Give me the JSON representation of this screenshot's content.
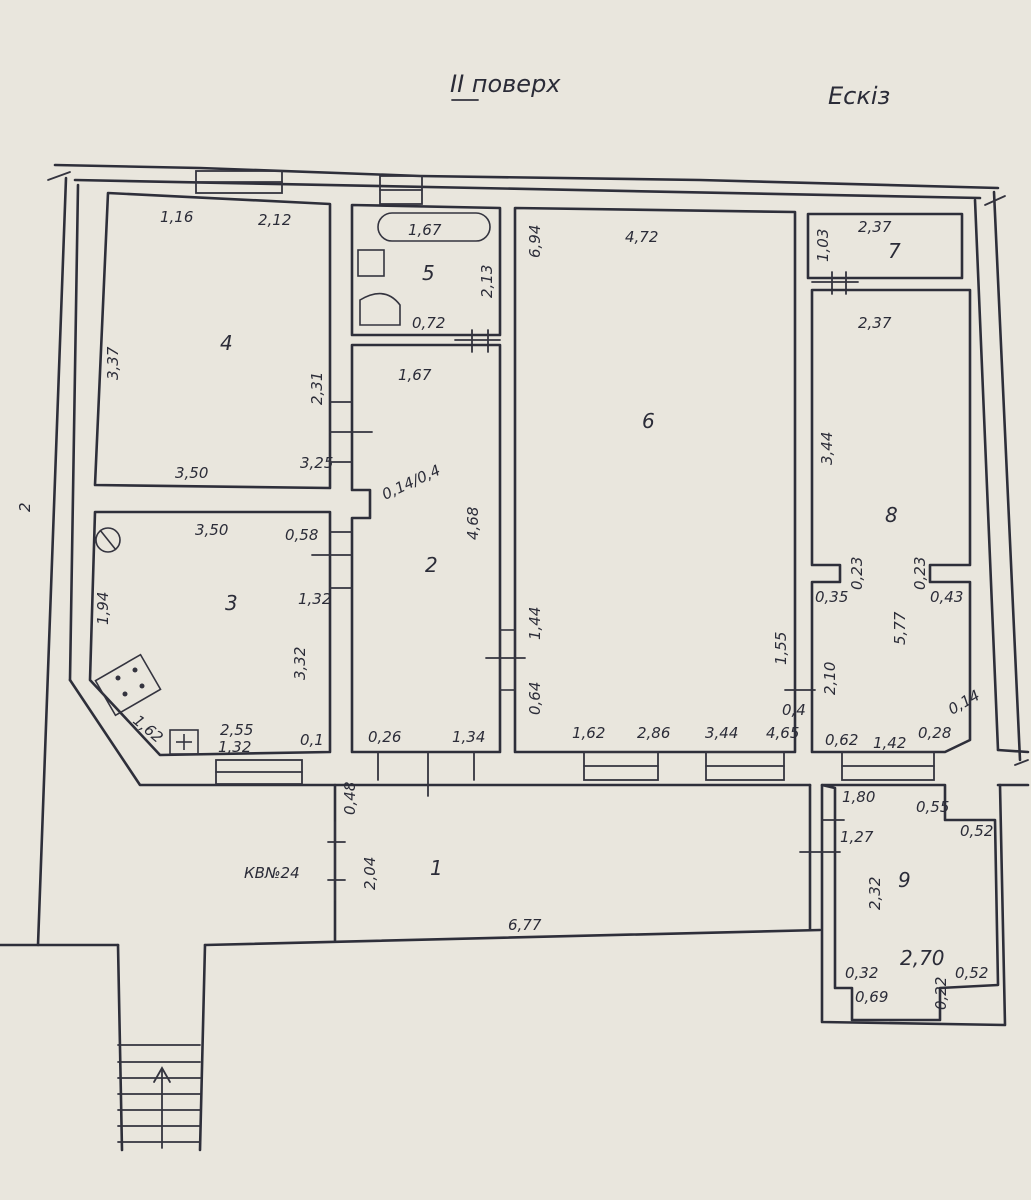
{
  "header": {
    "floor": "II поверх",
    "sketch": "Ескіз"
  },
  "rooms": [
    "1",
    "2",
    "3",
    "4",
    "5",
    "6",
    "7",
    "8",
    "9"
  ],
  "apartment_label": "КВ№24",
  "dimensions": {
    "r4_top_a": "1,16",
    "r4_top_b": "2,12",
    "r4_side": "3,37",
    "r4_bottom": "3,50",
    "r4_right_a": "2,31",
    "r4_right_b": "3,25",
    "r3_top": "3,50",
    "r3_right_a": "0,58",
    "r3_right_b": "1,32",
    "r3_left": "1,94",
    "r3_side": "3,32",
    "r3_corner": "1,62",
    "r3_bottom_a": "2,55",
    "r3_bottom_b": "1,32",
    "r3_bottom_c": "0,1",
    "r5_bath": "1,67",
    "r5_side": "2,13",
    "r5_bottom": "0,72",
    "r2_top": "1,67",
    "r2_gap": "0,14/0,4",
    "r2_side": "4,68",
    "r2_bottom_a": "0,26",
    "r2_bottom_b": "1,34",
    "r6_top": "4,72",
    "r6_left_top": "6,94",
    "r6_left_a": "1,44",
    "r6_left_b": "0,64",
    "r6_right_a": "1,55",
    "r6_right_b": "0,4",
    "r6_bottom_a": "1,62",
    "r6_bottom_b": "2,86",
    "r6_bottom_c": "3,44",
    "r6_bottom_d": "4,65",
    "r7_top": "2,37",
    "r7_side": "1,03",
    "r8_top": "2,37",
    "r8_side_a": "3,44",
    "r8_nib_a": "0,23",
    "r8_nib_b": "0,35",
    "r8_nib_c": "0,23",
    "r8_nib_d": "0,43",
    "r8_side_b": "5,77",
    "r8_side_c": "2,10",
    "r8_bottom_a": "0,62",
    "r8_bottom_b": "1,42",
    "r8_bottom_c": "0,28",
    "r8_corner": "0,14",
    "r1_a": "0,48",
    "r1_b": "2,04",
    "r1_bottom": "6,77",
    "r9_top": "1,80",
    "r9_a": "0,55",
    "r9_b": "0,52",
    "r9_c": "1,27",
    "r9_d": "2,32",
    "r9_e": "2,70",
    "r9_f": "0,32",
    "r9_g": "0,52",
    "r9_h": "0,69",
    "r9_i": "0,22"
  }
}
